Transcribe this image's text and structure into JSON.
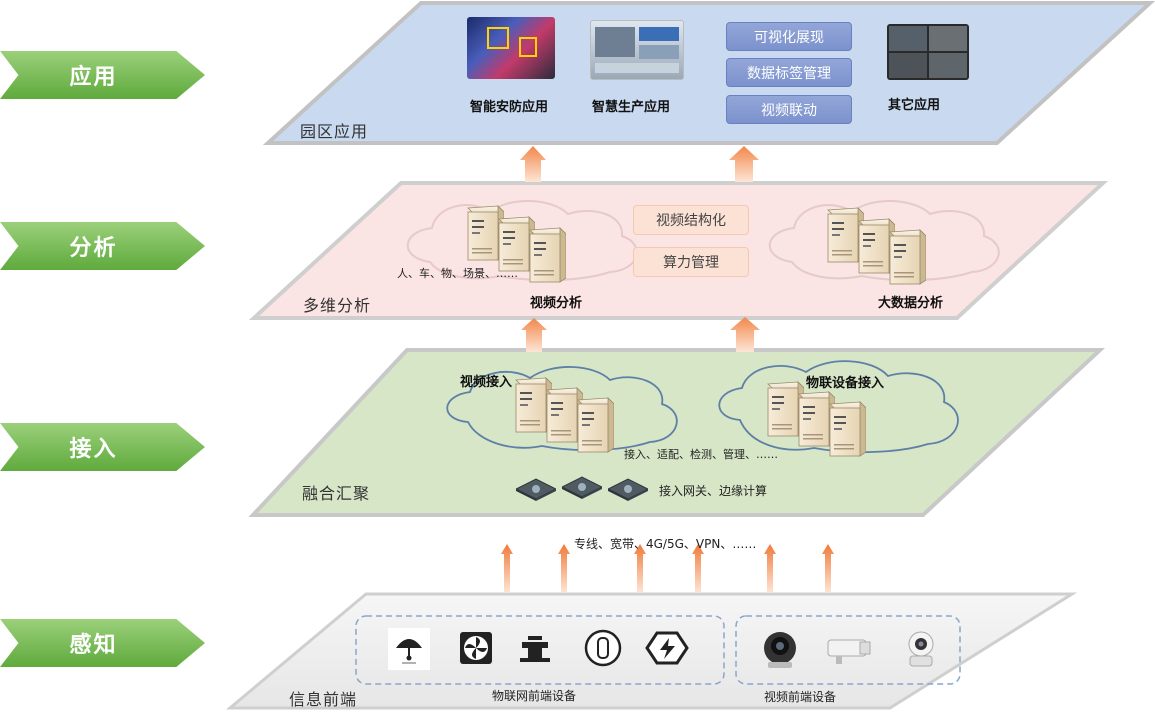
{
  "tags": {
    "apply": "应用",
    "analyze": "分析",
    "access": "接入",
    "perceive": "感知"
  },
  "layers": {
    "application": {
      "name": "园区应用",
      "items": [
        "智能安防应用",
        "智慧生产应用",
        "其它应用"
      ],
      "pills": [
        "可视化展现",
        "数据标签管理",
        "视频联动"
      ]
    },
    "analysis": {
      "name": "多维分析",
      "video_analysis": "视频分析",
      "bigdata_analysis": "大数据分析",
      "objects_note": "人、车、物、场景、……",
      "pills": [
        "视频结构化",
        "算力管理"
      ]
    },
    "access": {
      "name": "融合汇聚",
      "video_access": "视频接入",
      "iot_access": "物联设备接入",
      "functions_note": "接入、适配、检测、管理、……",
      "gateway_note": "接入网关、边缘计算"
    },
    "front": {
      "name": "信息前端",
      "iot_devices": "物联网前端设备",
      "video_devices": "视频前端设备"
    }
  },
  "network_note": "专线、宽带、4G/5G、VPN、……",
  "colors": {
    "tag_green": "#6db548",
    "application_layer": "#c9daf0",
    "analysis_layer": "#fbe4e4",
    "access_layer": "#d6e6c7",
    "front_layer": "#efefef",
    "arrow_orange": "#f5a06a"
  }
}
